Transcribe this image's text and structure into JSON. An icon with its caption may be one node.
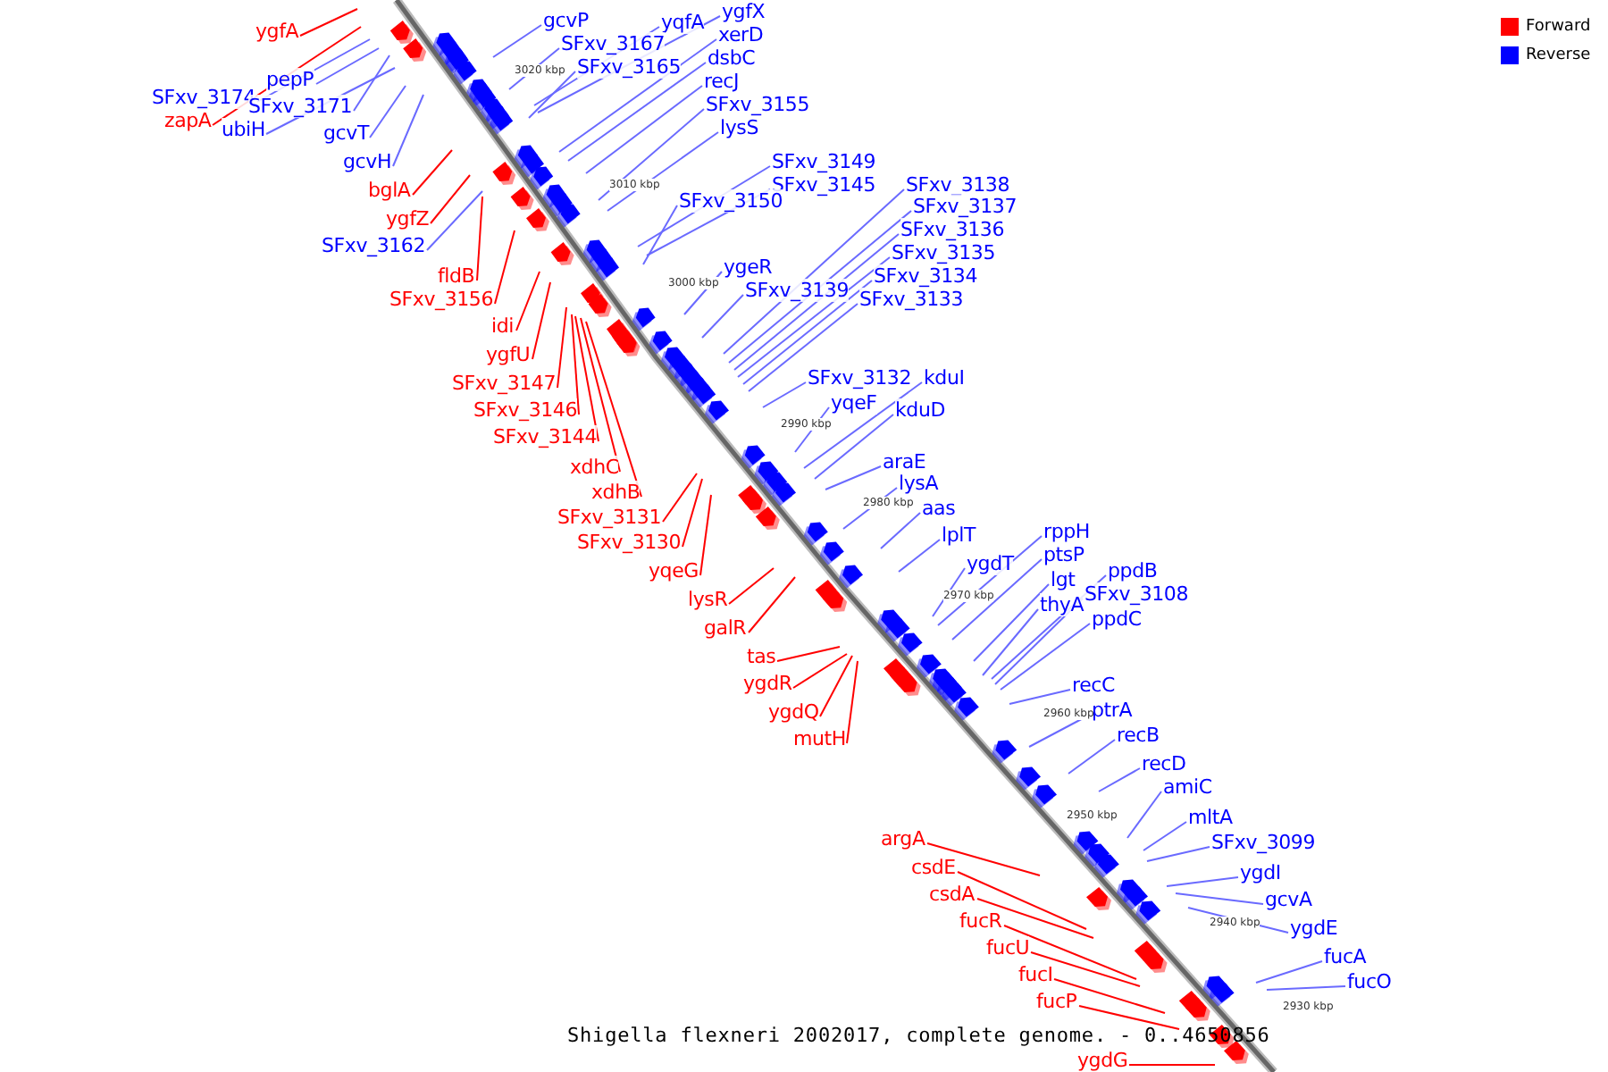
{
  "diagram": {
    "caption": "Shigella flexneri 2002017, complete genome. - 0..4650856",
    "nodes": [
      {
        "text": [
          "ygfA"
        ]
      },
      {
        "text": [
          "gcvP"
        ]
      },
      {
        "text": [
          "ygfX"
        ]
      },
      {
        "text": [
          "yqfA"
        ]
      },
      {
        "text": [
          "SFxv_3167"
        ]
      },
      {
        "text": [
          "xerD"
        ]
      },
      {
        "text": [
          "SFxv_3165"
        ]
      },
      {
        "text": [
          "dsbC"
        ]
      },
      {
        "text": [
          "pepP"
        ]
      },
      {
        "text": [
          "recJ"
        ]
      },
      {
        "text": [
          "SFxv_3174"
        ]
      },
      {
        "text": [
          "SFxv_3155"
        ]
      },
      {
        "text": [
          "SFxv_3171"
        ]
      },
      {
        "text": [
          "zapA"
        ]
      },
      {
        "text": [
          "lysS"
        ]
      },
      {
        "text": [
          "ubiH"
        ]
      },
      {
        "text": [
          "gcvT"
        ]
      },
      {
        "text": [
          "gcvH"
        ]
      },
      {
        "text": [
          "SFxv_3149"
        ]
      },
      {
        "text": [
          "SFxv_3138"
        ]
      },
      {
        "text": [
          "SFxv_3145"
        ]
      },
      {
        "text": [
          "bglA"
        ]
      },
      {
        "text": [
          "SFxv_3150"
        ]
      },
      {
        "text": [
          "SFxv_3137"
        ]
      },
      {
        "text": [
          "ygfZ"
        ]
      },
      {
        "text": [
          "SFxv_3136"
        ]
      },
      {
        "text": [
          "SFxv_3162"
        ]
      },
      {
        "text": [
          "SFxv_3135"
        ]
      },
      {
        "text": [
          "ygeR"
        ]
      },
      {
        "text": [
          "fldB"
        ]
      },
      {
        "text": [
          "SFxv_3134"
        ]
      },
      {
        "text": [
          "SFxv_3139"
        ]
      },
      {
        "text": [
          "SFxv_3156"
        ]
      },
      {
        "text": [
          "SFxv_3133"
        ]
      },
      {
        "text": [
          "idi"
        ]
      },
      {
        "text": [
          "ygfU"
        ]
      },
      {
        "text": [
          "SFxv_3132"
        ]
      },
      {
        "text": [
          "kduI"
        ]
      },
      {
        "text": [
          "SFxv_3147"
        ]
      },
      {
        "text": [
          "yqeF"
        ]
      },
      {
        "text": [
          "kduD"
        ]
      },
      {
        "text": [
          "SFxv_3146"
        ]
      },
      {
        "text": [
          "SFxv_3144"
        ]
      },
      {
        "text": [
          "araE"
        ]
      },
      {
        "text": [
          "xdhC"
        ]
      },
      {
        "text": [
          "lysA"
        ]
      },
      {
        "text": [
          "xdhB"
        ]
      },
      {
        "text": [
          "aas"
        ]
      },
      {
        "text": [
          "SFxv_3131"
        ]
      },
      {
        "text": [
          "rppH"
        ]
      },
      {
        "text": [
          "lplT"
        ]
      },
      {
        "text": [
          "SFxv_3130"
        ]
      },
      {
        "text": [
          "ptsP"
        ]
      },
      {
        "text": [
          "ygdT"
        ]
      },
      {
        "text": [
          "ppdB"
        ]
      },
      {
        "text": [
          "yqeG"
        ]
      },
      {
        "text": [
          "lgt"
        ]
      },
      {
        "text": [
          "SFxv_3108"
        ]
      },
      {
        "text": [
          "lysR"
        ]
      },
      {
        "text": [
          "thyA"
        ]
      },
      {
        "text": [
          "ppdC"
        ]
      },
      {
        "text": [
          "galR"
        ]
      },
      {
        "text": [
          "tas"
        ]
      },
      {
        "text": [
          "ygdR"
        ]
      },
      {
        "text": [
          "recC"
        ]
      },
      {
        "text": [
          "ptrA"
        ]
      },
      {
        "text": [
          "ygdQ"
        ]
      },
      {
        "text": [
          "recB"
        ]
      },
      {
        "text": [
          "mutH"
        ]
      },
      {
        "text": [
          "recD"
        ]
      },
      {
        "text": [
          "amiC"
        ]
      },
      {
        "text": [
          "mltA"
        ]
      },
      {
        "text": [
          "argA"
        ]
      },
      {
        "text": [
          "SFxv_3099"
        ]
      },
      {
        "text": [
          "csdE"
        ]
      },
      {
        "text": [
          "ygdI"
        ]
      },
      {
        "text": [
          "csdA"
        ]
      },
      {
        "text": [
          "gcvA"
        ]
      },
      {
        "text": [
          "fucR"
        ]
      },
      {
        "text": [
          "ygdE"
        ]
      },
      {
        "text": [
          "fucU"
        ]
      },
      {
        "text": [
          "fucA"
        ]
      },
      {
        "text": [
          "fucI"
        ]
      },
      {
        "text": [
          "fucO"
        ]
      },
      {
        "text": [
          "fucP"
        ]
      },
      {
        "text": [
          "ygdG"
        ]
      }
    ],
    "edges": [
      {
        "from": 0,
        "to": null,
        "arrow": "none",
        "color": "#ff0000"
      },
      {
        "from": 1,
        "to": null,
        "arrow": "none"
      },
      {
        "from": 2,
        "to": null,
        "arrow": "none"
      },
      {
        "from": 3,
        "to": null,
        "arrow": "none"
      },
      {
        "from": 4,
        "to": null,
        "arrow": "none"
      },
      {
        "from": 5,
        "to": null,
        "arrow": "none"
      },
      {
        "from": 6,
        "to": null,
        "arrow": "none"
      },
      {
        "from": 7,
        "to": null,
        "arrow": "none"
      },
      {
        "from": 8,
        "to": null,
        "arrow": "none"
      },
      {
        "from": 9,
        "to": null,
        "arrow": "none"
      },
      {
        "from": 10,
        "to": null,
        "arrow": "none"
      },
      {
        "from": 11,
        "to": null,
        "arrow": "none"
      },
      {
        "from": 12,
        "to": null,
        "arrow": "none"
      },
      {
        "from": 13,
        "to": null,
        "arrow": "none",
        "color": "#ff0000"
      },
      {
        "from": 14,
        "to": null,
        "arrow": "none"
      },
      {
        "from": 15,
        "to": null,
        "arrow": "none"
      },
      {
        "from": 16,
        "to": null,
        "arrow": "none"
      },
      {
        "from": 17,
        "to": null,
        "arrow": "none"
      },
      {
        "from": 18,
        "to": null,
        "arrow": "none"
      },
      {
        "from": 19,
        "to": null,
        "arrow": "none"
      },
      {
        "from": 20,
        "to": null,
        "arrow": "none"
      },
      {
        "from": 21,
        "to": null,
        "arrow": "none",
        "color": "#ff0000"
      },
      {
        "from": 22,
        "to": null,
        "arrow": "none"
      },
      {
        "from": 23,
        "to": null,
        "arrow": "none"
      },
      {
        "from": 24,
        "to": null,
        "arrow": "none",
        "color": "#ff0000"
      },
      {
        "from": 25,
        "to": null,
        "arrow": "none"
      },
      {
        "from": 26,
        "to": null,
        "arrow": "none"
      },
      {
        "from": 27,
        "to": null,
        "arrow": "none"
      },
      {
        "from": 28,
        "to": null,
        "arrow": "none"
      },
      {
        "from": 29,
        "to": null,
        "arrow": "none",
        "color": "#ff0000"
      },
      {
        "from": 30,
        "to": null,
        "arrow": "none"
      },
      {
        "from": 31,
        "to": null,
        "arrow": "none"
      },
      {
        "from": 32,
        "to": null,
        "arrow": "none",
        "color": "#ff0000"
      },
      {
        "from": 33,
        "to": null,
        "arrow": "none"
      },
      {
        "from": 34,
        "to": null,
        "arrow": "none",
        "color": "#ff0000"
      },
      {
        "from": 35,
        "to": null,
        "arrow": "none",
        "color": "#ff0000"
      },
      {
        "from": 36,
        "to": null,
        "arrow": "none"
      },
      {
        "from": 37,
        "to": null,
        "arrow": "none"
      },
      {
        "from": 38,
        "to": null,
        "arrow": "none",
        "color": "#ff0000"
      },
      {
        "from": 39,
        "to": null,
        "arrow": "none"
      },
      {
        "from": 40,
        "to": null,
        "arrow": "none"
      },
      {
        "from": 41,
        "to": null,
        "arrow": "none",
        "color": "#ff0000"
      },
      {
        "from": 42,
        "to": null,
        "arrow": "none",
        "color": "#ff0000"
      },
      {
        "from": 43,
        "to": null,
        "arrow": "none"
      },
      {
        "from": 44,
        "to": null,
        "arrow": "none",
        "color": "#ff0000"
      },
      {
        "from": 45,
        "to": null,
        "arrow": "none"
      },
      {
        "from": 46,
        "to": null,
        "arrow": "none",
        "color": "#ff0000"
      },
      {
        "from": 47,
        "to": null,
        "arrow": "none"
      },
      {
        "from": 48,
        "to": null,
        "arrow": "none",
        "color": "#ff0000"
      },
      {
        "from": 49,
        "to": null,
        "arrow": "none"
      },
      {
        "from": 50,
        "to": null,
        "arrow": "none"
      },
      {
        "from": 51,
        "to": null,
        "arrow": "none",
        "color": "#ff0000"
      },
      {
        "from": 52,
        "to": null,
        "arrow": "none"
      },
      {
        "from": 53,
        "to": null,
        "arrow": "none"
      },
      {
        "from": 54,
        "to": null,
        "arrow": "none"
      },
      {
        "from": 55,
        "to": null,
        "arrow": "none",
        "color": "#ff0000"
      },
      {
        "from": 56,
        "to": null,
        "arrow": "none"
      },
      {
        "from": 57,
        "to": null,
        "arrow": "none"
      },
      {
        "from": 58,
        "to": null,
        "arrow": "none",
        "color": "#ff0000"
      },
      {
        "from": 59,
        "to": null,
        "arrow": "none"
      },
      {
        "from": 60,
        "to": null,
        "arrow": "none"
      },
      {
        "from": 61,
        "to": null,
        "arrow": "none",
        "color": "#ff0000"
      },
      {
        "from": 62,
        "to": null,
        "arrow": "none",
        "color": "#ff0000"
      },
      {
        "from": 63,
        "to": null,
        "arrow": "none",
        "color": "#ff0000"
      },
      {
        "from": 64,
        "to": null,
        "arrow": "none"
      },
      {
        "from": 65,
        "to": null,
        "arrow": "none"
      },
      {
        "from": 66,
        "to": null,
        "arrow": "none",
        "color": "#ff0000"
      },
      {
        "from": 67,
        "to": null,
        "arrow": "none"
      },
      {
        "from": 68,
        "to": null,
        "arrow": "none",
        "color": "#ff0000"
      },
      {
        "from": 69,
        "to": null,
        "arrow": "none"
      },
      {
        "from": 70,
        "to": null,
        "arrow": "none"
      },
      {
        "from": 71,
        "to": null,
        "arrow": "none"
      },
      {
        "from": 72,
        "to": null,
        "arrow": "none",
        "color": "#ff0000"
      },
      {
        "from": 73,
        "to": null,
        "arrow": "none"
      },
      {
        "from": 74,
        "to": null,
        "arrow": "none",
        "color": "#ff0000"
      },
      {
        "from": 75,
        "to": null,
        "arrow": "none"
      },
      {
        "from": 76,
        "to": null,
        "arrow": "none",
        "color": "#ff0000"
      },
      {
        "from": 77,
        "to": null,
        "arrow": "none"
      },
      {
        "from": 78,
        "to": null,
        "arrow": "none",
        "color": "#ff0000"
      },
      {
        "from": 79,
        "to": null,
        "arrow": "none"
      },
      {
        "from": 80,
        "to": null,
        "arrow": "none",
        "color": "#ff0000"
      },
      {
        "from": 81,
        "to": null,
        "arrow": "none"
      },
      {
        "from": 82,
        "to": null,
        "arrow": "none",
        "color": "#ff0000"
      },
      {
        "from": 83,
        "to": null,
        "arrow": "none"
      },
      {
        "from": 84,
        "to": null,
        "arrow": "none",
        "color": "#ff0000"
      },
      {
        "from": 85,
        "to": null,
        "arrow": "none",
        "color": "#ff0000"
      }
    ],
    "labels": [
      "3020 kbp",
      "3010 kbp",
      "3000 kbp",
      "2990 kbp",
      "2980 kbp",
      "2970 kbp",
      "2960 kbp",
      "2950 kbp",
      "2940 kbp",
      "2930 kbp"
    ],
    "legend": [
      {
        "text": "Forward",
        "color": "#ff0000"
      },
      {
        "text": "Reverse",
        "color": "#0000ff"
      }
    ]
  }
}
